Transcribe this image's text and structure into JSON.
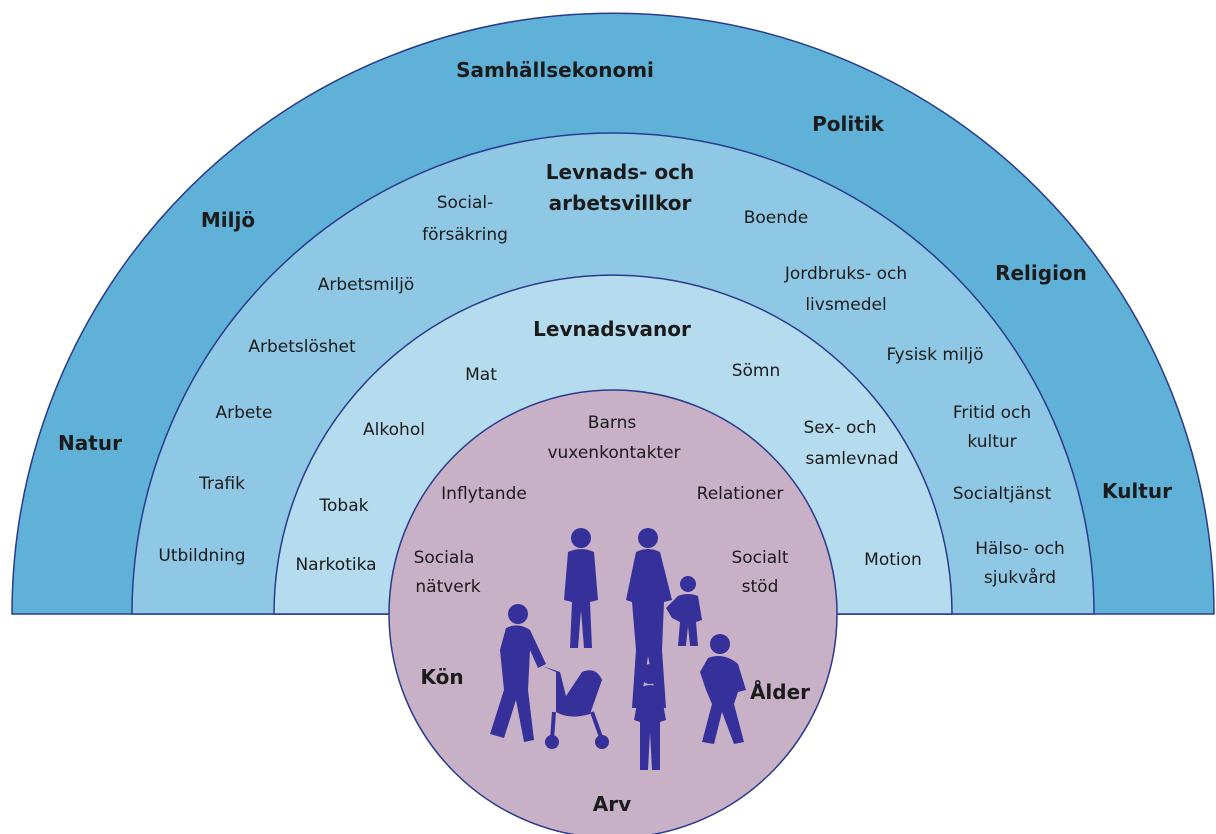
{
  "colors": {
    "outer_ring": "#5fb1d8",
    "ring2": "#8ec8e4",
    "ring3": "#b5dbee",
    "ring4": "#e3f2fa",
    "core": "#c8b0c7",
    "outline": "#2a3a8c",
    "people": "#35309a"
  },
  "outer": {
    "top": "Samhällsekonomi",
    "politik": "Politik",
    "miljo": "Miljö",
    "religion": "Religion",
    "natur": "Natur",
    "kultur": "Kultur"
  },
  "ring2": {
    "title_1": "Levnads- och",
    "title_2": "arbetsvillkor",
    "socialforsakring_1": "Social-",
    "socialforsakring_2": "försäkring",
    "boende": "Boende",
    "arbetsmiljo": "Arbetsmiljö",
    "jordbruk_1": "Jordbruks- och",
    "jordbruk_2": "livsmedel",
    "arbetsloshet": "Arbetslöshet",
    "fysisk": "Fysisk miljö",
    "arbete": "Arbete",
    "fritid_1": "Fritid och",
    "fritid_2": "kultur",
    "trafik": "Trafik",
    "socialtjanst": "Socialtjänst",
    "utbildning": "Utbildning",
    "halso_1": "Hälso- och",
    "halso_2": "sjukvård"
  },
  "ring3": {
    "title": "Levnadsvanor",
    "mat": "Mat",
    "somn": "Sömn",
    "alkohol": "Alkohol",
    "sex_1": "Sex- och",
    "sex_2": "samlevnad",
    "tobak": "Tobak",
    "narkotika": "Narkotika",
    "motion": "Motion"
  },
  "ring4": {
    "barns_1": "Barns",
    "barns_2": "vuxenkontakter",
    "inflytande": "Inflytande",
    "relationer": "Relationer",
    "sociala_1": "Sociala",
    "sociala_2": "nätverk",
    "socialt_1": "Socialt",
    "socialt_2": "stöd"
  },
  "core": {
    "kon": "Kön",
    "alder": "Ålder",
    "arv": "Arv"
  }
}
